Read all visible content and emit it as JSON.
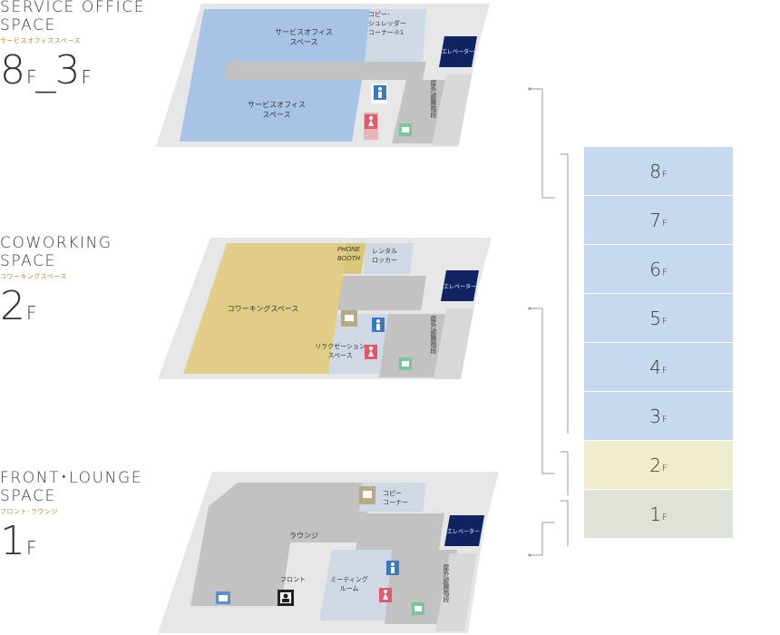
{
  "sections": [
    {
      "title_line1": "SERVICE OFFICE",
      "title_line2": "SPACE",
      "title_jp": "サービスオフィススペース",
      "floor": "8F_3F"
    },
    {
      "title_line1": "COWORKING",
      "title_line2": "SPACE",
      "title_jp": "コワーキングスペース",
      "floor": "2F"
    },
    {
      "title_line1": "FRONT･LOUNGE",
      "title_line2": "SPACE",
      "title_jp": "フロント･ラウンジ",
      "floor": "1F"
    }
  ],
  "plan_8_3": {
    "office_top": "サービスオフィス\nスペース",
    "office_bottom": "サービスオフィス\nスペース",
    "copy_corner": "コピー･\nシュレッダー\nコーナー※1",
    "elevator": "エレベーター",
    "stairs": "屋外避難階段"
  },
  "plan_2": {
    "coworking": "コワーキングスペース",
    "phone_booth": "PHONE\nBOOTH",
    "rental_locker": "レンタル\nロッカー",
    "relax": "リラクゼーション\nスペース",
    "elevator": "エレベーター",
    "stairs": "屋外避難階段"
  },
  "plan_1": {
    "lounge": "ラウンジ",
    "front": "フロント",
    "meeting": "ミーティング\nルーム",
    "copy_corner": "コピー\nコーナー",
    "elevator": "エレベーター",
    "stairs": "屋外避難階段"
  },
  "floor_stack": [
    {
      "num": "8",
      "suffix": "F",
      "color": "#c6d9ef"
    },
    {
      "num": "7",
      "suffix": "F",
      "color": "#c6d9ef"
    },
    {
      "num": "6",
      "suffix": "F",
      "color": "#c6d9ef"
    },
    {
      "num": "5",
      "suffix": "F",
      "color": "#c6d9ef"
    },
    {
      "num": "4",
      "suffix": "F",
      "color": "#c6d9ef"
    },
    {
      "num": "3",
      "suffix": "F",
      "color": "#c6d9ef"
    },
    {
      "num": "2",
      "suffix": "F",
      "color": "#efeccb"
    },
    {
      "num": "1",
      "suffix": "F",
      "color": "#dde3d9"
    }
  ],
  "colors": {
    "office": "#a7c3e6",
    "coworking": "#e2cd86",
    "corridor": "#c2c2c2",
    "floor_base": "#e6e6e6",
    "elevator": "#102363",
    "restroom_men": "#3a78c0",
    "restroom_women": "#e05a6a",
    "utility": "#b5a988",
    "green_icon": "#7cc49a"
  }
}
